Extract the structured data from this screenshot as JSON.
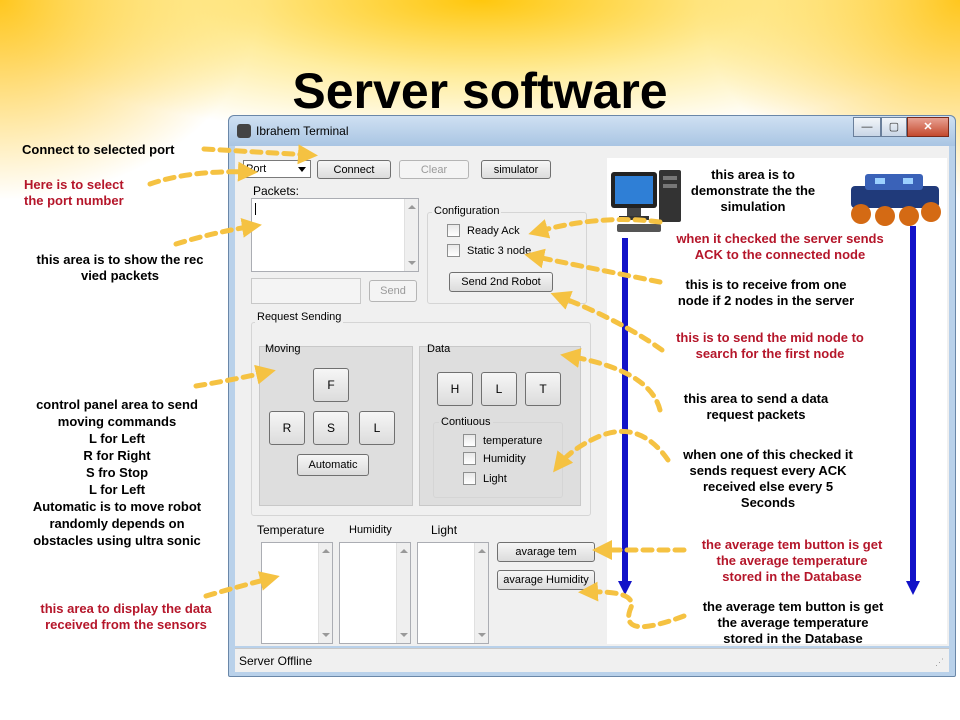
{
  "slide": {
    "title": "Server software"
  },
  "window": {
    "title": "Ibrahem Terminal",
    "minimize": "—",
    "maximize": "▢",
    "close": "✕",
    "status": "Server Offline"
  },
  "controls": {
    "port": "Port",
    "connect": "Connect",
    "clear": "Clear",
    "simulator": "simulator",
    "packets_label": "Packets:",
    "send": "Send",
    "configuration": "Configuration",
    "ready_ack": "Ready Ack",
    "static_node": "Static 3 node",
    "send_2nd_robot": "Send 2nd Robot",
    "request_sending": "Request Sending",
    "moving": "Moving",
    "f": "F",
    "r": "R",
    "s": "S",
    "l": "L",
    "automatic": "Automatic",
    "data": "Data",
    "h": "H",
    "l2": "L",
    "t": "T",
    "contiuous": "Contiuous",
    "temperature": "temperature",
    "humidity": "Humidity",
    "light": "Light",
    "temperature_label": "Temperature",
    "humidity_label": "Humidity",
    "light_label": "Light",
    "avg_tem": "avarage tem",
    "avg_humidity": "avarage Humidity"
  },
  "annotations": {
    "connect_port": "Connect to selected port",
    "select_port": "Here is to select\nthe port number",
    "show_packets": "this area is to show the rec\nvied packets",
    "control_panel": "control panel area to send\nmoving commands\nL for Left\nR for Right\nS fro Stop\nL for Left\nAutomatic is to move robot\nrandomly depends on\nobstacles using ultra sonic",
    "display_data": "this area to display the data\nreceived from the sensors",
    "demonstrate": "this area is to\ndemonstrate the the\nsimulation",
    "ack": "when it checked the server sends\nACK to the connected node",
    "receive_one": "this is to receive from one\nnode if 2 nodes in the server",
    "mid_node": "this is to send the mid node to\nsearch for the first node",
    "data_request": "this area to send a data\nrequest packets",
    "checked": "when one of this checked it\nsends request every ACK\nreceived else every 5\nSeconds",
    "avg_temp_red": "the average tem button is get\nthe average temperature\nstored in the Database",
    "avg_temp_black": "the average tem button is get\nthe average temperature\nstored in the Database"
  },
  "colors": {
    "annotation_red": "#b5162a",
    "arrow_yellow": "#f5c242",
    "sim_blue": "#1212c8"
  },
  "icons": {
    "app": "robot-icon",
    "monitor": "computer-icon",
    "robot": "robot-car-icon"
  }
}
